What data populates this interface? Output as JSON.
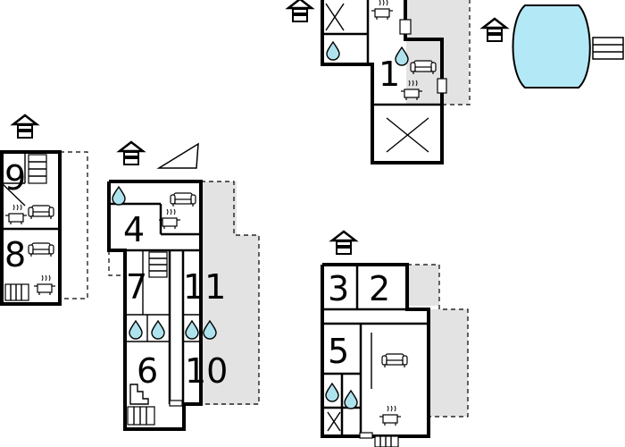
{
  "room_labels": {
    "r1": "1",
    "r2": "2",
    "r3": "3",
    "r4": "4",
    "r5": "5",
    "r6": "6",
    "r7": "7",
    "r8": "8",
    "r9": "9",
    "r10": "10",
    "r11": "11"
  },
  "icons": {
    "entrance": "entrance-arrow-icon",
    "water": "water-drop-icon",
    "sofa": "sofa-icon",
    "stove": "cooking-pot-icon",
    "stairs": "stairs-icon",
    "void": "void-cross-icon",
    "pool": "swimming-pool-icon",
    "north": "north-arrow-icon"
  },
  "colors": {
    "wall": "#000000",
    "terrace": "#e3e3e3",
    "water": "#aee3ee",
    "pool": "#b3e9f6"
  }
}
